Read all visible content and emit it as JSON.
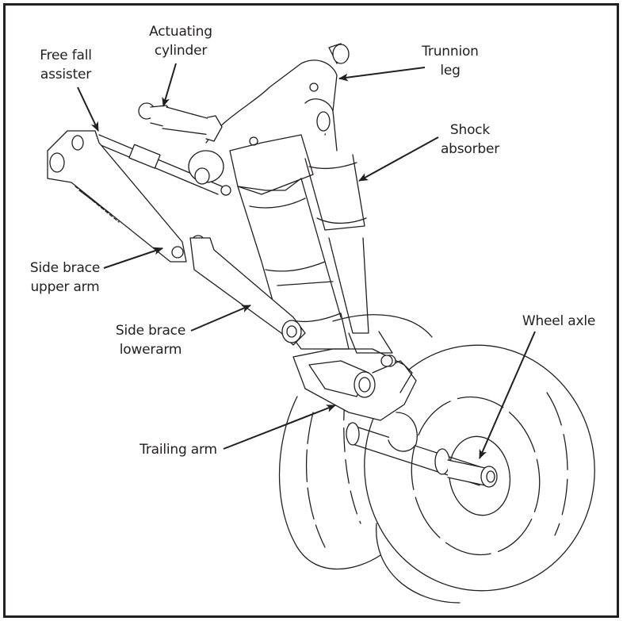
{
  "diagram": {
    "subject": "Aircraft main landing gear assembly",
    "ink_color": "#231f20",
    "background_color": "#ffffff",
    "labels": [
      {
        "id": "actuating-cylinder",
        "lines": [
          "Actuating",
          "cylinder"
        ]
      },
      {
        "id": "free-fall-assister",
        "lines": [
          "Free fall",
          "assister"
        ]
      },
      {
        "id": "trunnion-leg",
        "lines": [
          "Trunnion",
          "leg"
        ]
      },
      {
        "id": "shock-absorber",
        "lines": [
          "Shock",
          "absorber"
        ]
      },
      {
        "id": "side-brace-upper-arm",
        "lines": [
          "Side brace",
          "upper arm"
        ]
      },
      {
        "id": "side-brace-lower-arm",
        "lines": [
          "Side brace",
          "lowerarm"
        ]
      },
      {
        "id": "trailing-arm",
        "lines": [
          "Trailing arm"
        ]
      },
      {
        "id": "wheel-axle",
        "lines": [
          "Wheel axle"
        ]
      }
    ]
  }
}
